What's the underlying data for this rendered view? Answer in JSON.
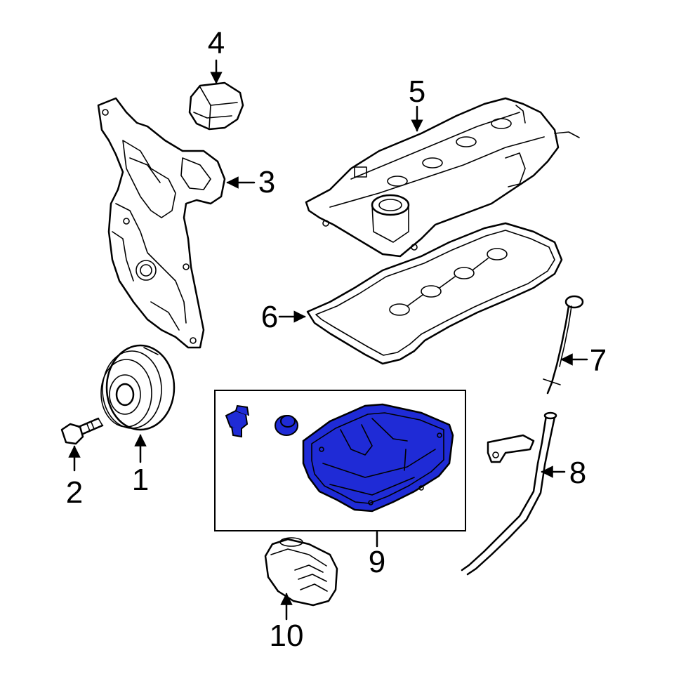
{
  "diagram": {
    "highlight_color": "#1f2bd6",
    "parts": [
      {
        "number": "1",
        "name": "crankshaft-pulley"
      },
      {
        "number": "2",
        "name": "pulley-bolt"
      },
      {
        "number": "3",
        "name": "timing-cover"
      },
      {
        "number": "4",
        "name": "oil-filler-cap"
      },
      {
        "number": "5",
        "name": "valve-cover"
      },
      {
        "number": "6",
        "name": "valve-cover-gasket"
      },
      {
        "number": "7",
        "name": "oil-dipstick"
      },
      {
        "number": "8",
        "name": "dipstick-tube"
      },
      {
        "number": "9",
        "name": "oil-pan-group",
        "highlighted": true
      },
      {
        "number": "10",
        "name": "oil-filter"
      }
    ]
  }
}
